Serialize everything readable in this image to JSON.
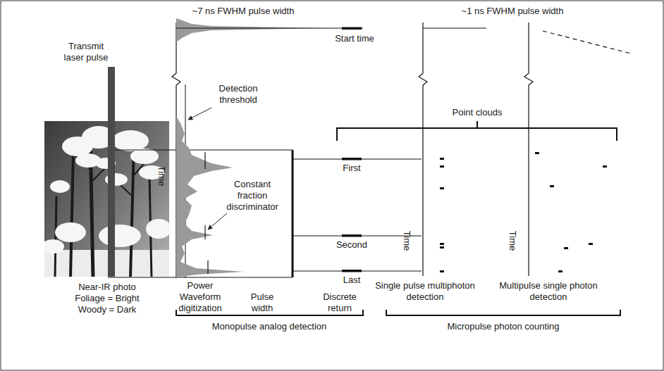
{
  "diagram": {
    "labels": [
      "~7 ns FWHM pulse width",
      "~1 ns FWHM pulse width",
      "Transmit laser pulse",
      "Start time",
      "Detection threshold",
      "Point clouds",
      "First",
      "Constant fraction discriminator",
      "Time",
      "Time",
      "Time",
      "Second",
      "Last",
      "Near-IR photo",
      "Foliage = Bright",
      "Woody = Dark",
      "Power Waveform digitization",
      "Pulse width",
      "Discrete return",
      "Single pulse multiphoton detection",
      "Multipulse single photon detection",
      "Monopulse analog detection",
      "Micropulse photon counting"
    ]
  }
}
